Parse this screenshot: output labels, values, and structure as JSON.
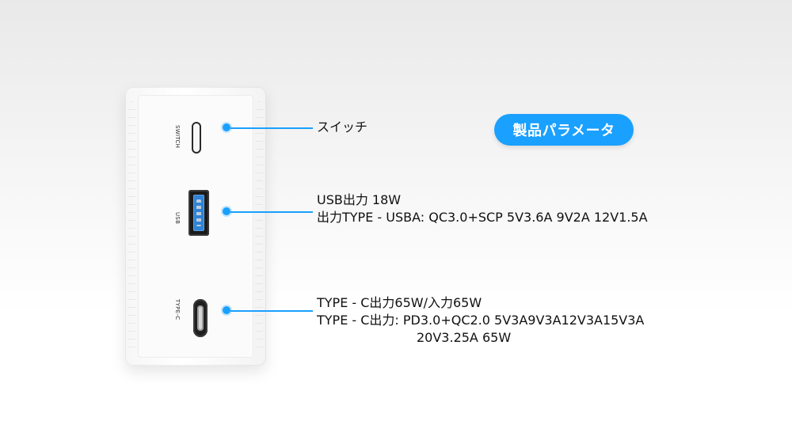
{
  "badge": {
    "title": "製品パラメータ"
  },
  "device": {
    "labels": {
      "switch": "SWITCH",
      "usb": "USB",
      "type_c": "TYPE-C"
    }
  },
  "callouts": {
    "switch": {
      "text": "スイッチ"
    },
    "usb": {
      "line1": "USB出力  18W",
      "line2": "出力TYPE - USBA:  QC3.0+SCP 5V3.6A 9V2A 12V1.5A"
    },
    "type_c": {
      "line1": "TYPE - C出力65W/入力65W",
      "line2": "TYPE - C出力:  PD3.0+QC2.0 5V3A9V3A12V3A15V3A",
      "line3": "20V3.25A 65W"
    }
  },
  "colors": {
    "accent": "#1aa0ff",
    "usb_blue": "#2e83d6"
  }
}
